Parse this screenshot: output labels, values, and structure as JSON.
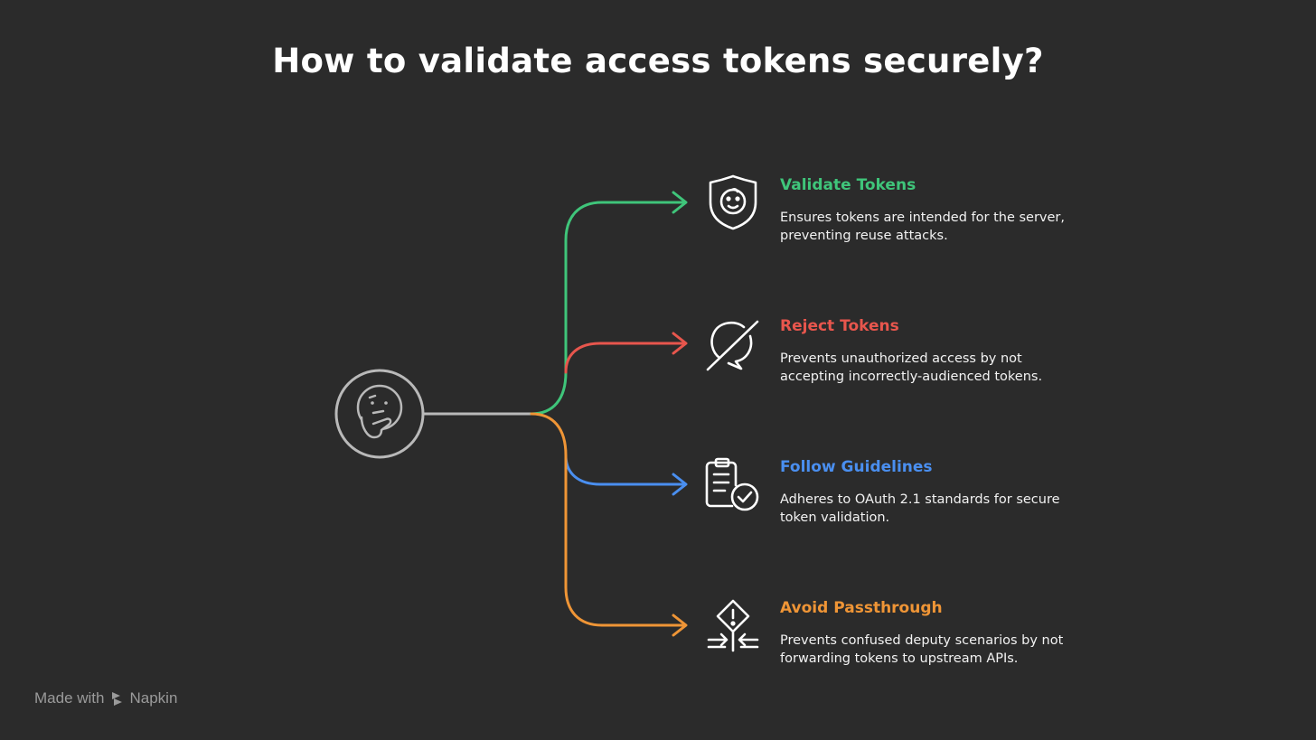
{
  "title": "How to validate access tokens securely?",
  "center_icon": "thinking-face-icon",
  "items": [
    {
      "title": "Validate Tokens",
      "description": "Ensures tokens are intended for the server, preventing reuse attacks.",
      "icon": "shield-face-icon",
      "color": "#3fc57a"
    },
    {
      "title": "Reject Tokens",
      "description": "Prevents unauthorized access by not accepting incorrectly-audienced tokens.",
      "icon": "no-chat-icon",
      "color": "#e8564d"
    },
    {
      "title": "Follow Guidelines",
      "description": "Adheres to OAuth 2.1 standards for secure token validation.",
      "icon": "clipboard-check-icon",
      "color": "#4a8ff0"
    },
    {
      "title": "Avoid Passthrough",
      "description": "Prevents confused deputy scenarios by not forwarding tokens to upstream APIs.",
      "icon": "warning-merge-icon",
      "color": "#ef9536"
    }
  ],
  "footer": {
    "made_with": "Made with",
    "brand": "Napkin"
  }
}
